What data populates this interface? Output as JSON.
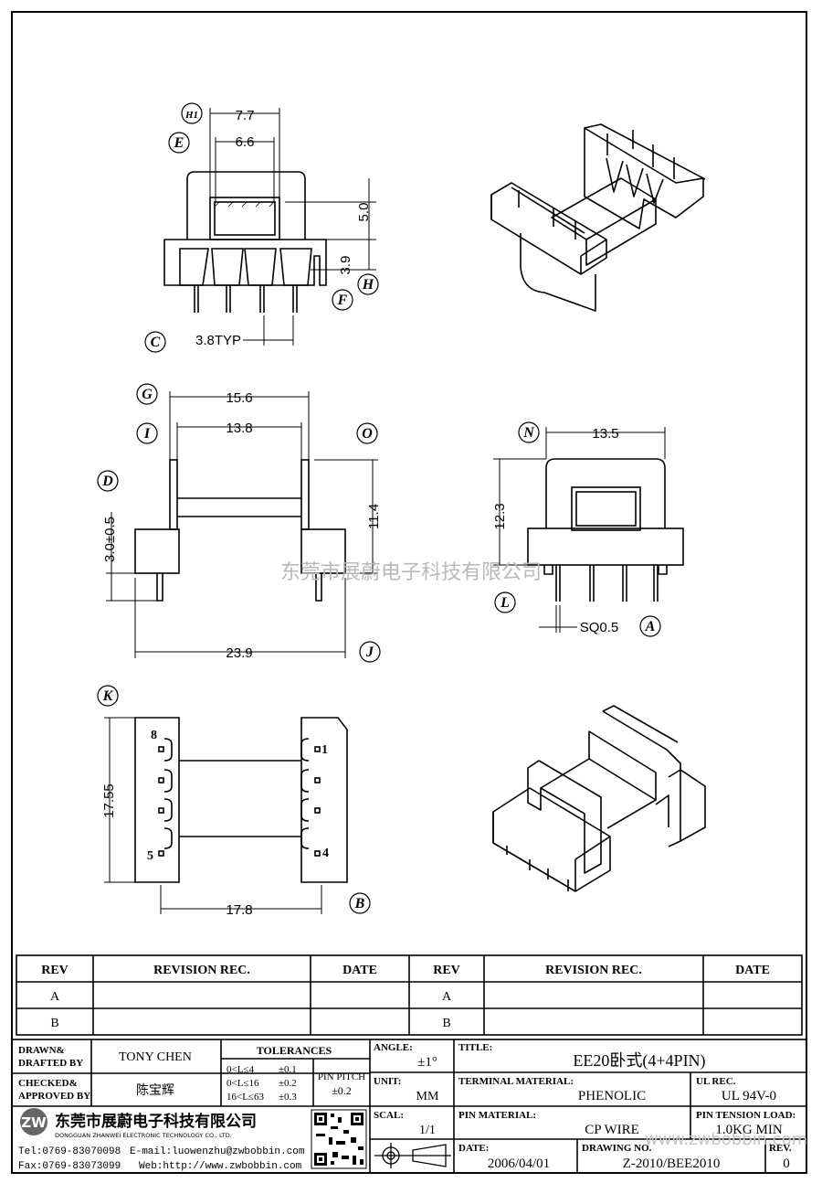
{
  "dimensions": {
    "h1": "7.7",
    "e": "6.6",
    "v50": "5.0",
    "v39": "3.9",
    "typ": "3.8TYP",
    "g": "15.6",
    "i": "13.8",
    "v114": "11.4",
    "v30": "3.0±0.5",
    "j": "23.9",
    "n": "13.5",
    "v123": "12.3",
    "sq": "SQ0.5",
    "k": "17.55",
    "b": "17.8"
  },
  "labels": {
    "H1": "H1",
    "E": "E",
    "H": "H",
    "F": "F",
    "C": "C",
    "G": "G",
    "I": "I",
    "O": "O",
    "D": "D",
    "J": "J",
    "N": "N",
    "L": "L",
    "A": "A",
    "K": "K",
    "B": "B"
  },
  "pins": {
    "p8": "8",
    "p1": "1",
    "p5": "5",
    "p4": "4"
  },
  "watermark": "东莞市展蔚电子科技有限公司",
  "revision_table": {
    "headers": [
      "REV",
      "REVISION REC.",
      "DATE",
      "REV",
      "REVISION REC.",
      "DATE"
    ],
    "rows": [
      [
        "A",
        "",
        "",
        "A",
        "",
        ""
      ],
      [
        "B",
        "",
        "",
        "B",
        "",
        ""
      ]
    ]
  },
  "title_block": {
    "drawn_label": "DRAWN&",
    "drafted_label": "DRAFTED BY",
    "drawn_by": "TONY CHEN",
    "checked_label": "CHECKED&",
    "approved_label": "APPROVED BY",
    "approved_by": "陈宝辉",
    "tolerances_label": "TOLERANCES",
    "tol1": "0<L≤4",
    "tol1v": "±0.1",
    "tol2": "0<L≤16",
    "tol2v": "±0.2",
    "tol3": "16<L≤63",
    "tol3v": "±0.3",
    "pin_pitch_label": "PIN PITCH",
    "pin_pitch": "±0.2",
    "angle_label": "ANGLE:",
    "angle": "±1°",
    "unit_label": "UNIT:",
    "unit": "MM",
    "scale_label": "SCAL:",
    "scale": "1/1",
    "title_label": "TITLE:",
    "title": "EE20卧式(4+4PIN)",
    "terminal_label": "TERMINAL MATERIAL:",
    "terminal": "PHENOLIC",
    "ul_label": "UL REC.",
    "ul": "UL 94V-0",
    "pin_mat_label": "PIN MATERIAL:",
    "pin_mat": "CP WIRE",
    "tension_label": "PIN TENSION LOAD:",
    "tension": "1.0KG MIN",
    "date_label": "DATE:",
    "date": "2006/04/01",
    "drawing_label": "DRAWING NO.",
    "drawing_no": "Z-2010/BEE2010",
    "rev_label": "REV.",
    "rev": "0",
    "company_cn": "东莞市展蔚电子科技有限公司",
    "company_en": "DONGGUAN ZHANWEI ELECTRONIC TECHNOLOGY CO., LTD.",
    "tel": "Tel:0769-83070098",
    "email": "E-mail:luowenzhu@zwbobbin.com",
    "fax": "Fax:0769-83073099",
    "web": "Web:http://www.zwbobbin.com",
    "site_watermark": "www.zwbobbin.com"
  }
}
